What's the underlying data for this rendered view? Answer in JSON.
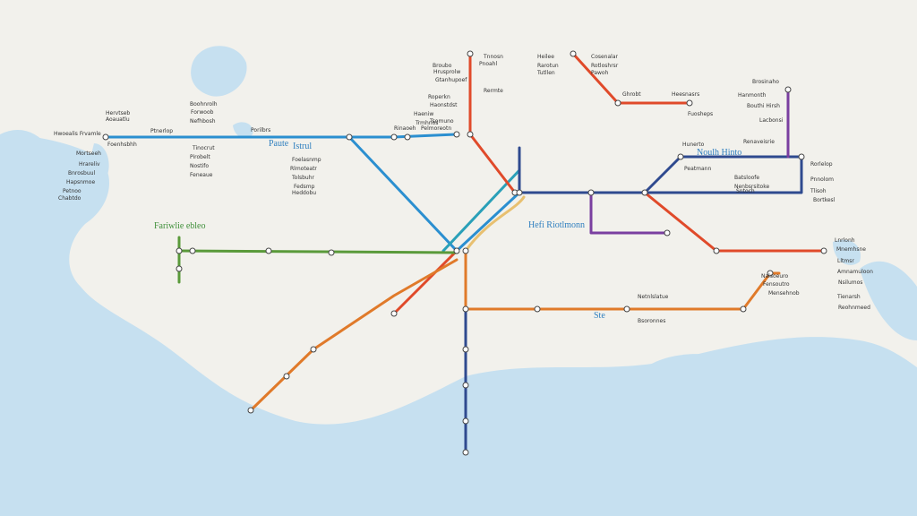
{
  "colors": {
    "land": "#f2f1ec",
    "water": "#c6e0f0",
    "label": "#333333",
    "district_blue": "#2f7fbf",
    "district_green": "#3f8f3a"
  },
  "districts": [
    {
      "id": "d1",
      "text": "Paute"
    },
    {
      "id": "d2",
      "text": "Istrul"
    },
    {
      "id": "d3",
      "text": "Fariwlie ebleo"
    },
    {
      "id": "d4",
      "text": "Noulh Hinto"
    },
    {
      "id": "d5",
      "text": "Hefi Riotlmonn"
    },
    {
      "id": "d6",
      "text": "Ste"
    }
  ],
  "lines": [
    {
      "id": "blue",
      "color": "#2b8fd0"
    },
    {
      "id": "red",
      "color": "#e04a2a"
    },
    {
      "id": "green",
      "color": "#5a9a3a"
    },
    {
      "id": "orange",
      "color": "#e07a2a"
    },
    {
      "id": "navy",
      "color": "#2f4a8f"
    },
    {
      "id": "purple",
      "color": "#7a3fa0"
    },
    {
      "id": "tan",
      "color": "#e8c070"
    },
    {
      "id": "teal",
      "color": "#2aa0b8"
    }
  ],
  "labels": [
    "Hwoealis Frvamle",
    "Aoauatlu",
    "Hervtseb",
    "Foenhsbhh",
    "Mortseeh",
    "Hrareliv",
    "Bnrosbuul",
    "Hapsnmoe",
    "Petnoo",
    "Chabtdo",
    "Ptnerlop",
    "Boohnrolh",
    "Forwoob",
    "Nefhbosh",
    "Tinocrut",
    "Pirobelt",
    "Nostifo",
    "Feneaue",
    "Porilbrs",
    "Foelasnmp",
    "Rlmoteatr",
    "Tolsbuhr",
    "Fedsmp",
    "Heddobu",
    "Broubo",
    "Hrusprolw",
    "Gtanhupoef",
    "Roperkn",
    "Haonstdst",
    "Haeniw",
    "Trmhnos",
    "Tsomuno",
    "Pelmoreotn",
    "Rinaoeh",
    "Tnnosn",
    "Pnoahl",
    "Rermte",
    "Heilee",
    "Rarotun",
    "Tutllen",
    "Cosenalar",
    "Rotloshrsr",
    "Pawoh",
    "Ghrobt",
    "Heesnasrs",
    "Fuosheps",
    "Brosinaho",
    "Hanmonth",
    "Bouthi Hirsh",
    "Lacbonsi",
    "Hunerto",
    "Renaveisrie",
    "Peatmann",
    "Batsloofe",
    "Nenbsrsitoke",
    "Sntoch",
    "Rorlelop",
    "Pnnolom",
    "Tlisoh",
    "Bortkesl",
    "Lnrlonh",
    "Mnemhsne",
    "Lltmsr",
    "Amnamuloon",
    "Nsilumos",
    "Tienarsh",
    "Reohnmeed",
    "Nalsoeuro",
    "Fensoutro",
    "Mensehnob",
    "Netnlslatue",
    "Bsoronnes"
  ]
}
